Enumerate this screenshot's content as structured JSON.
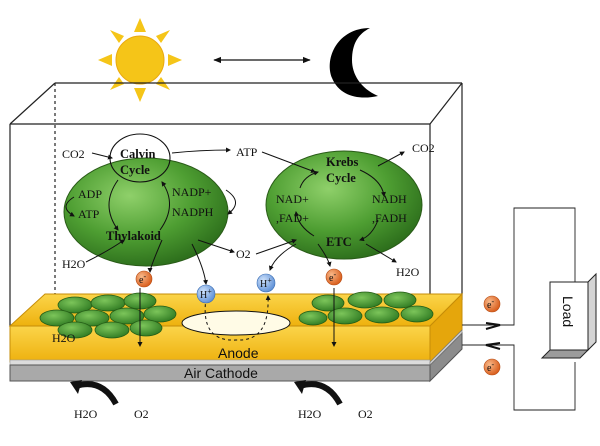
{
  "labels": {
    "co2_left": "CO2",
    "calvin": "Calvin",
    "cycle": "Cycle",
    "atp_top": "ATP",
    "krebs": "Krebs",
    "krebs_cycle": "Cycle",
    "co2_right": "CO2",
    "adp": "ADP",
    "atp_left": "ATP",
    "nadp_plus": "NADP+",
    "nadph": "NADPH",
    "thylakoid": "Thylakoid",
    "nad_plus": "NAD+",
    "fad_plus": ",FAD+",
    "nadh": "NADH",
    "fadh": ",FADH",
    "etc": "ETC",
    "o2_mid": "O2",
    "h2o_left": "H2O",
    "h2o_right": "H2O",
    "electron": "e-",
    "proton": "H+",
    "h2o_biofilm": "H2O",
    "anode": "Anode",
    "air_cathode": "Air Cathode",
    "load": "Load",
    "h2o_bottom_left": "H2O",
    "o2_bottom_left": "O2",
    "h2o_bottom_right": "H2O",
    "o2_bottom_right": "O2"
  },
  "colors": {
    "anode": "#f7c21e",
    "cathode": "#a8a8a8",
    "cell_green": "#3f8f2a",
    "electron": "#e8742a",
    "proton": "#8ab4e8",
    "sun": "#f5c518",
    "moon": "#000000"
  }
}
